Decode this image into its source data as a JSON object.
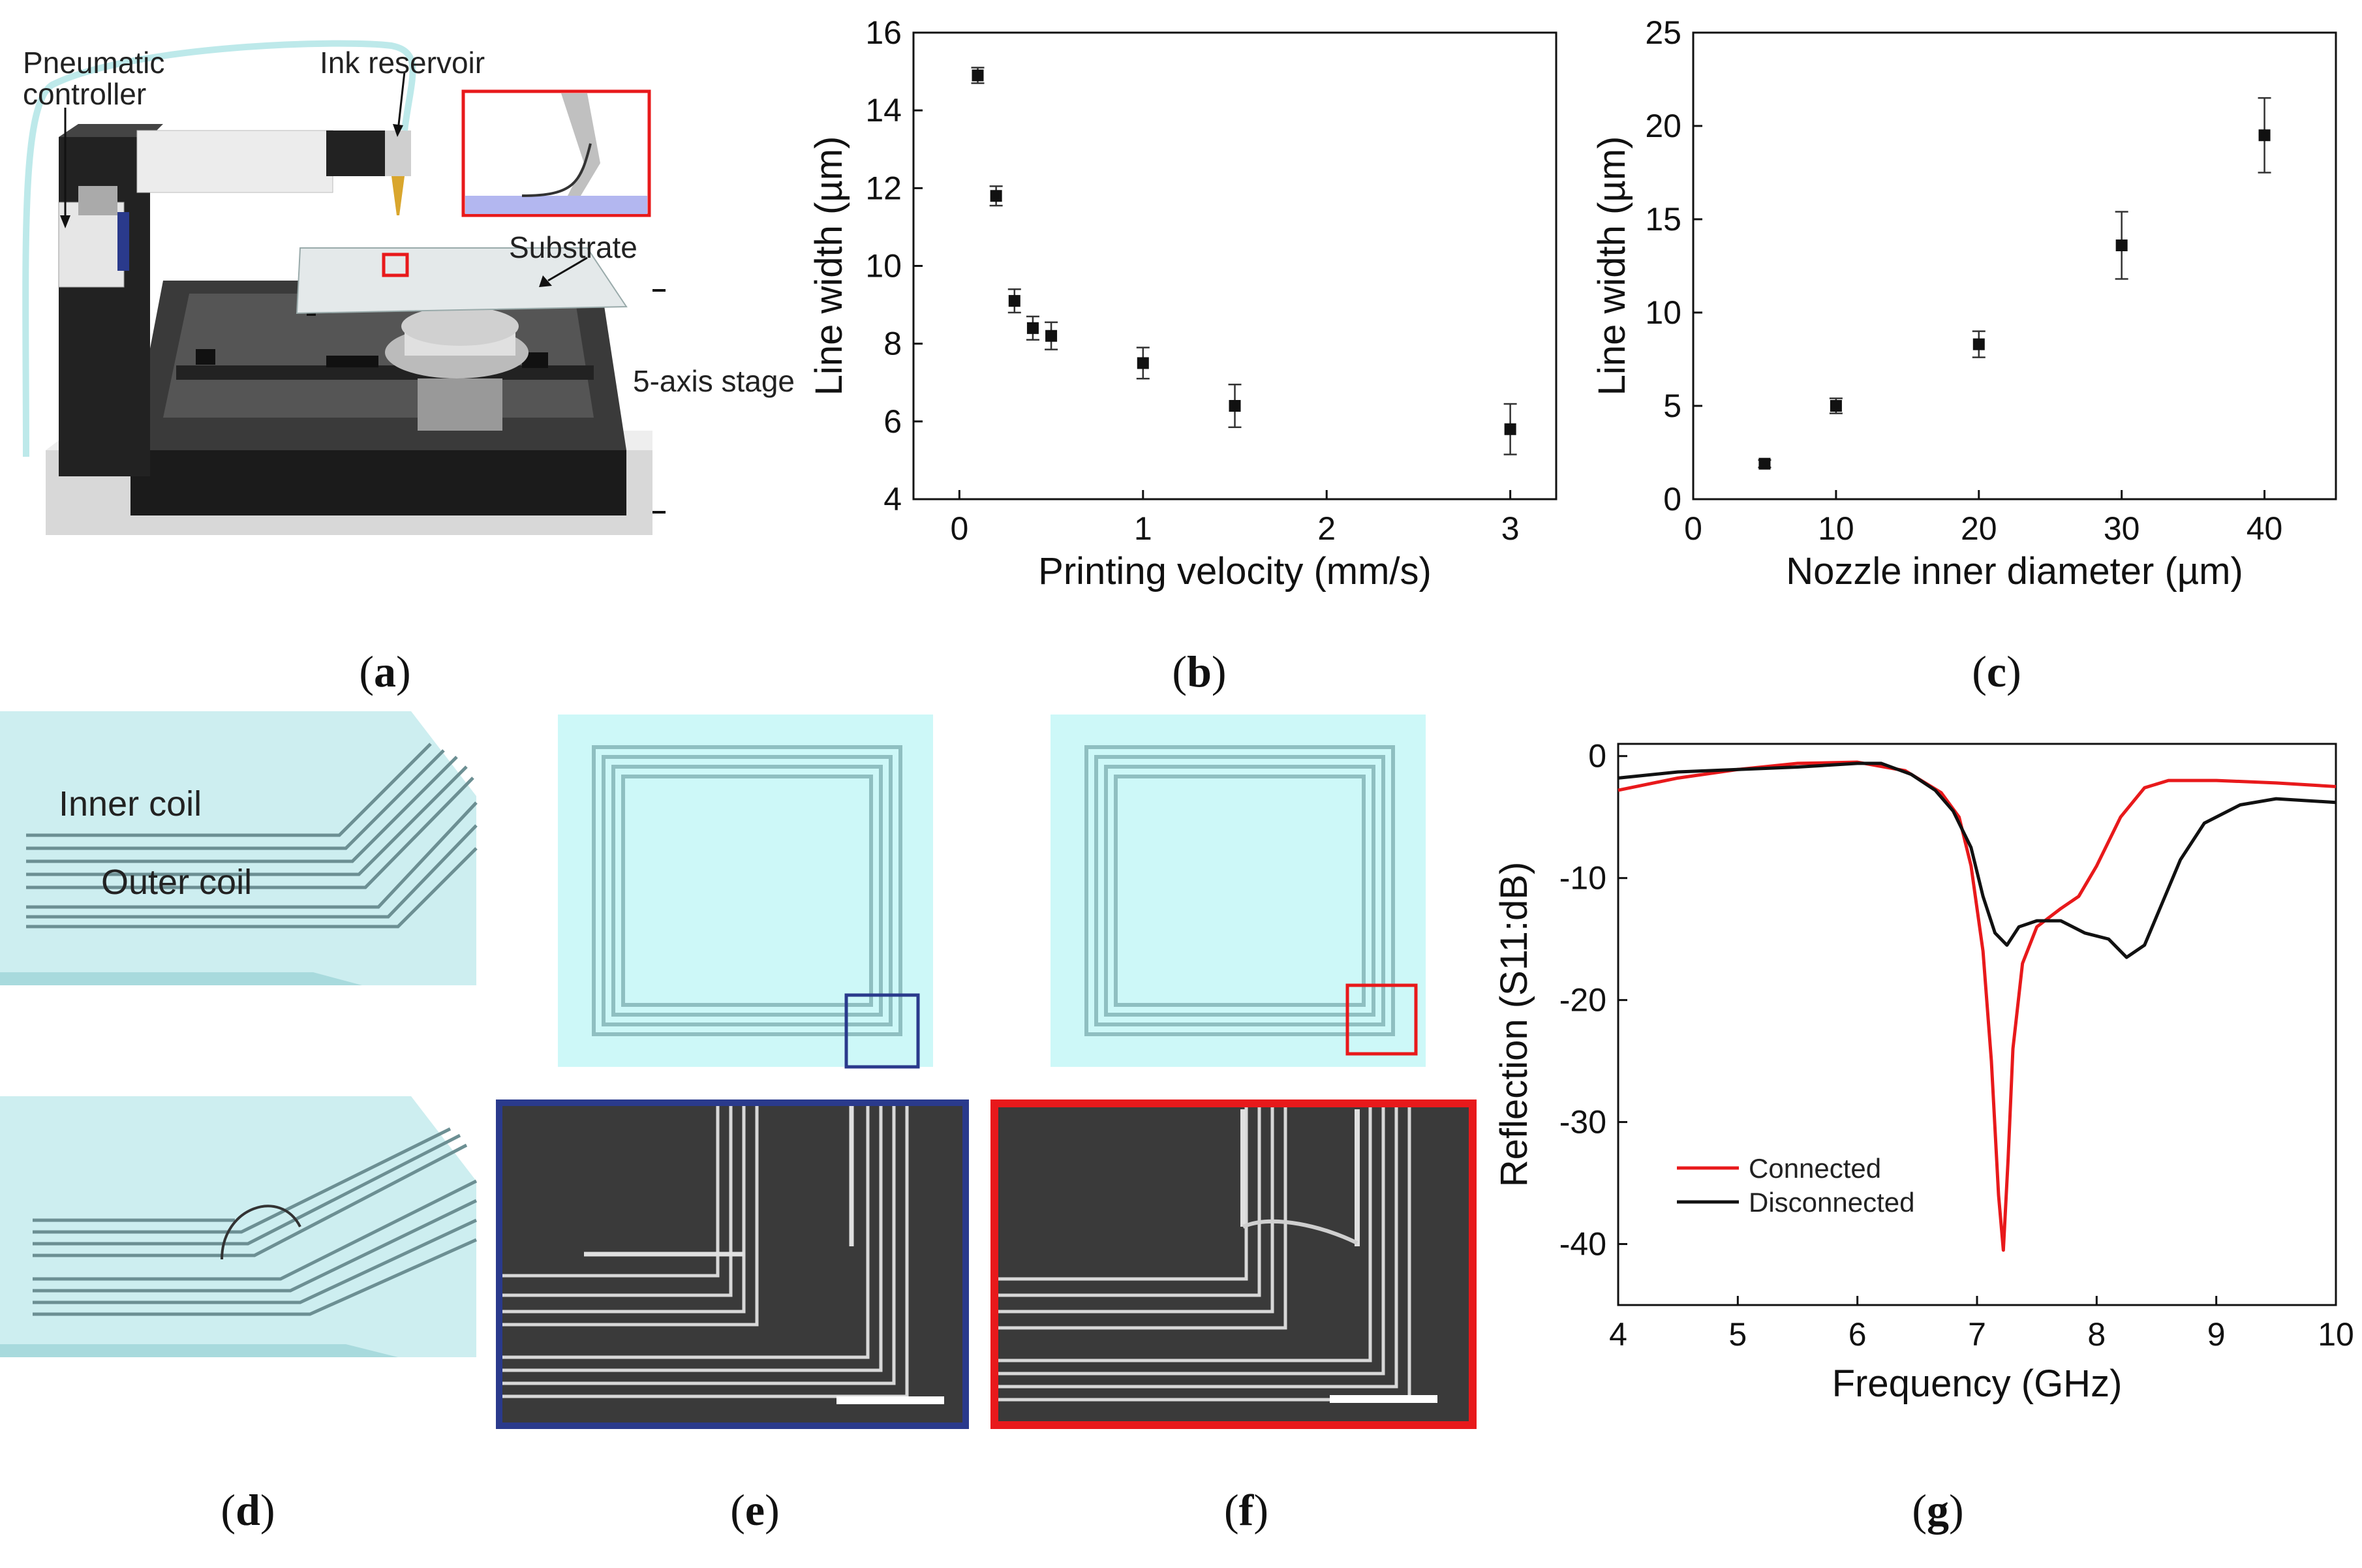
{
  "panels": {
    "a": {
      "letter": "a",
      "labels": {
        "pneumatic": [
          "Pneumatic",
          "controller"
        ],
        "ink": "Ink reservoir",
        "substrate": "Substrate",
        "stage": "5-axis stage"
      }
    },
    "b": {
      "letter": "b"
    },
    "c": {
      "letter": "c"
    },
    "d": {
      "letter": "d",
      "labels": {
        "inner": "Inner coil",
        "outer": "Outer coil"
      }
    },
    "e": {
      "letter": "e"
    },
    "f": {
      "letter": "f"
    },
    "g": {
      "letter": "g"
    }
  },
  "colors": {
    "glass": "#cdeef0",
    "glass_dark": "#9fcfd3",
    "highlight_blue": "#2a3a8c",
    "highlight_red": "#e8191b",
    "connected": "#e8191b",
    "disconnected": "#111111"
  },
  "chart_data": [
    {
      "id": "b",
      "type": "scatter",
      "xlabel": "Printing velocity (mm/s)",
      "ylabel": "Line width (µm)",
      "xlim": [
        -0.25,
        3.25
      ],
      "ylim": [
        4,
        16
      ],
      "xticks": [
        0,
        1,
        2,
        3
      ],
      "yticks": [
        4,
        6,
        8,
        10,
        12,
        14,
        16
      ],
      "grid": false,
      "series": [
        {
          "x": [
            0.1,
            0.2,
            0.3,
            0.4,
            0.5,
            1.0,
            1.5,
            3.0
          ],
          "y": [
            14.9,
            11.8,
            9.1,
            8.4,
            8.2,
            7.5,
            6.4,
            5.8
          ],
          "err": [
            0.2,
            0.25,
            0.3,
            0.3,
            0.35,
            0.4,
            0.55,
            0.65
          ]
        }
      ]
    },
    {
      "id": "c",
      "type": "scatter",
      "xlabel": "Nozzle inner diameter (µm)",
      "ylabel": "Line width (µm)",
      "xlim": [
        0,
        45
      ],
      "ylim": [
        0,
        25
      ],
      "xticks": [
        0,
        10,
        20,
        30,
        40
      ],
      "yticks": [
        0,
        5,
        10,
        15,
        20,
        25
      ],
      "grid": false,
      "series": [
        {
          "x": [
            5,
            10,
            20,
            30,
            40
          ],
          "y": [
            1.9,
            5.0,
            8.3,
            13.6,
            19.5
          ],
          "err": [
            0.2,
            0.4,
            0.7,
            1.8,
            2.0
          ]
        }
      ]
    },
    {
      "id": "g",
      "type": "line",
      "xlabel": "Frequency (GHz)",
      "ylabel": "Reflection (S11:dB)",
      "xlim": [
        4,
        10
      ],
      "ylim": [
        -45,
        1
      ],
      "xticks": [
        4,
        5,
        6,
        7,
        8,
        9,
        10
      ],
      "yticks": [
        0,
        -10,
        -20,
        -30,
        -40
      ],
      "grid": false,
      "legend": "bottom-left",
      "series": [
        {
          "name": "Connected",
          "color": "#e8191b",
          "x": [
            4.0,
            4.5,
            5.0,
            5.5,
            6.0,
            6.4,
            6.7,
            6.85,
            6.95,
            7.05,
            7.12,
            7.18,
            7.22,
            7.26,
            7.3,
            7.38,
            7.5,
            7.7,
            7.85,
            8.0,
            8.2,
            8.4,
            8.6,
            9.0,
            9.5,
            10.0
          ],
          "y": [
            -2.8,
            -1.8,
            -1.1,
            -0.6,
            -0.5,
            -1.2,
            -3.0,
            -5.0,
            -9.0,
            -16.0,
            -25.0,
            -36.0,
            -40.5,
            -33.0,
            -24.0,
            -17.0,
            -14.0,
            -12.5,
            -11.5,
            -9.0,
            -5.0,
            -2.6,
            -2.0,
            -2.0,
            -2.2,
            -2.5
          ]
        },
        {
          "name": "Disconnected",
          "color": "#111111",
          "x": [
            4.0,
            4.5,
            5.0,
            5.5,
            6.0,
            6.2,
            6.45,
            6.65,
            6.8,
            6.95,
            7.05,
            7.15,
            7.25,
            7.35,
            7.5,
            7.7,
            7.9,
            8.1,
            8.25,
            8.4,
            8.55,
            8.7,
            8.9,
            9.2,
            9.5,
            10.0
          ],
          "y": [
            -1.8,
            -1.3,
            -1.1,
            -0.9,
            -0.6,
            -0.6,
            -1.5,
            -2.8,
            -4.5,
            -7.5,
            -11.5,
            -14.5,
            -15.5,
            -14.0,
            -13.5,
            -13.5,
            -14.5,
            -15.0,
            -16.5,
            -15.5,
            -12.0,
            -8.5,
            -5.5,
            -4.0,
            -3.5,
            -3.8
          ]
        }
      ]
    }
  ]
}
